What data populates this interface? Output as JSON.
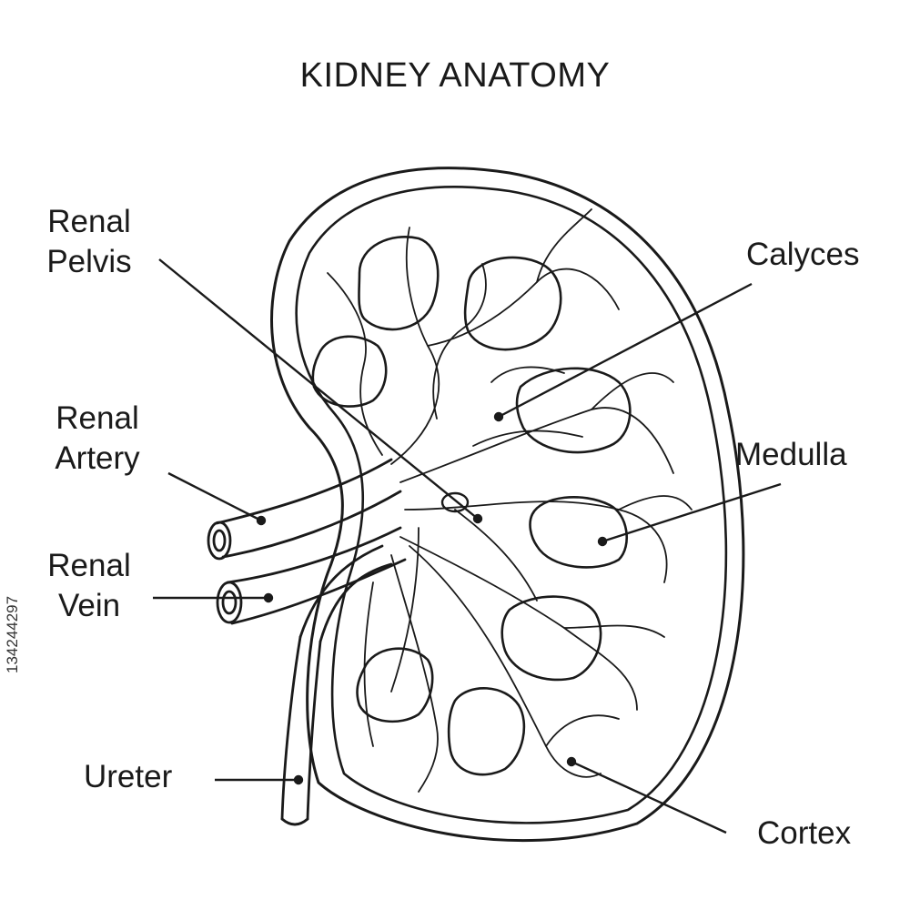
{
  "title": "KIDNEY ANATOMY",
  "labels": {
    "renal_pelvis": [
      "Renal",
      "Pelvis"
    ],
    "renal_artery": [
      "Renal",
      "Artery"
    ],
    "renal_vein": [
      "Renal",
      "Vein"
    ],
    "ureter": "Ureter",
    "calyces": "Calyces",
    "medulla": "Medulla",
    "cortex": "Cortex"
  },
  "stock_id": "134244297",
  "colors": {
    "line": "#1a1a1a",
    "fill": "#ffffff"
  }
}
